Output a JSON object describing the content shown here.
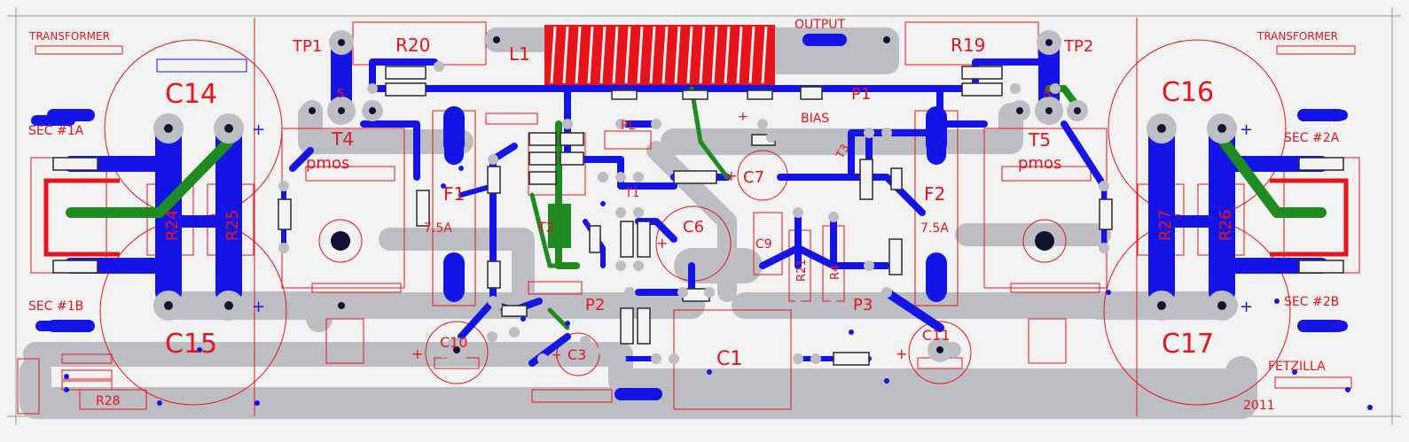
{
  "colors": {
    "background": "#f2f2f2",
    "board_outline": "#9a9a9a",
    "silkscreen": "#e8141b",
    "top_copper": "#1414e6",
    "bottom_copper": "#bdbdc4",
    "green_copper": "#1f8a1f",
    "pad": "#2a2a2a",
    "via_dark": "#101030"
  },
  "labels": {
    "transformer_left": "TRANSFORMER",
    "transformer_right": "TRANSFORMER",
    "output": "OUTPUT",
    "sec1a": "SEC #1A",
    "sec1b": "SEC #1B",
    "sec2a": "SEC #2A",
    "sec2b": "SEC #2B",
    "tp1": "TP1",
    "tp2": "TP2",
    "r20": "R20",
    "r19": "R19",
    "l1": "L1",
    "c14": "C14",
    "c15": "C15",
    "c16": "C16",
    "c17": "C17",
    "t4": "T4",
    "t5": "T5",
    "pmos_left": "pmos",
    "pmos_right": "pmos",
    "f1": "F1",
    "f2": "F2",
    "f1_rating": "7.5A",
    "f2_rating": "7.5A",
    "t2": "T2",
    "t1": "T1",
    "t3": "T3",
    "pl": "PL",
    "p1": "P1",
    "p2": "P2",
    "p3": "P3",
    "bias": "BIAS",
    "c6": "C6",
    "c7": "C7",
    "c9": "C9",
    "c10": "C10",
    "c11": "C11",
    "c3": "C3",
    "c1": "C1",
    "r24": "R24",
    "r25": "R25",
    "r26": "R26",
    "r27": "R27",
    "r28": "R28",
    "r21": "R21",
    "r4": "R4",
    "s_left": "S",
    "s_right": "S",
    "brand": "FETZILLA",
    "year": "2011",
    "plus": "+"
  }
}
